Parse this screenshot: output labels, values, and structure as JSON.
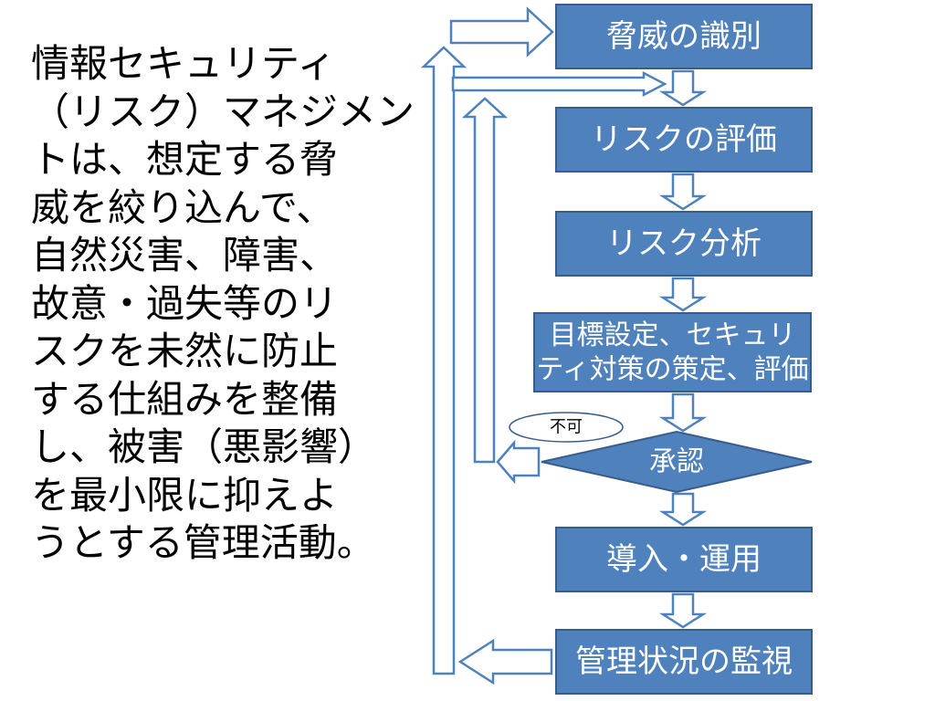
{
  "description": {
    "lines": [
      "情報セキュリティ",
      "（リスク）マネジメン",
      "トは、想定する脅",
      "威を絞り込んで、",
      "自然災害、障害、",
      "故意・過失等のリ",
      "スクを未然に防止",
      "する仕組みを整備",
      "し、被害（悪影響）",
      "を最小限に抑えよ",
      "うとする管理活動。"
    ]
  },
  "flow": {
    "steps": [
      {
        "lines": [
          "脅威の識別"
        ]
      },
      {
        "lines": [
          "リスクの評価"
        ]
      },
      {
        "lines": [
          "リスク分析"
        ]
      },
      {
        "lines": [
          "目標設定、セキュリ",
          "ティ対策の策定、評価"
        ]
      },
      {
        "lines": [
          "導入・運用"
        ]
      },
      {
        "lines": [
          "管理状況の監視"
        ]
      }
    ],
    "decision": {
      "label": "承認"
    },
    "reject_note": "不可",
    "colors": {
      "box_fill": "#4f81bd",
      "box_stroke": "#385d8a",
      "arrow_stroke": "#4f81bd",
      "arrow_fill": "#ffffff"
    }
  }
}
